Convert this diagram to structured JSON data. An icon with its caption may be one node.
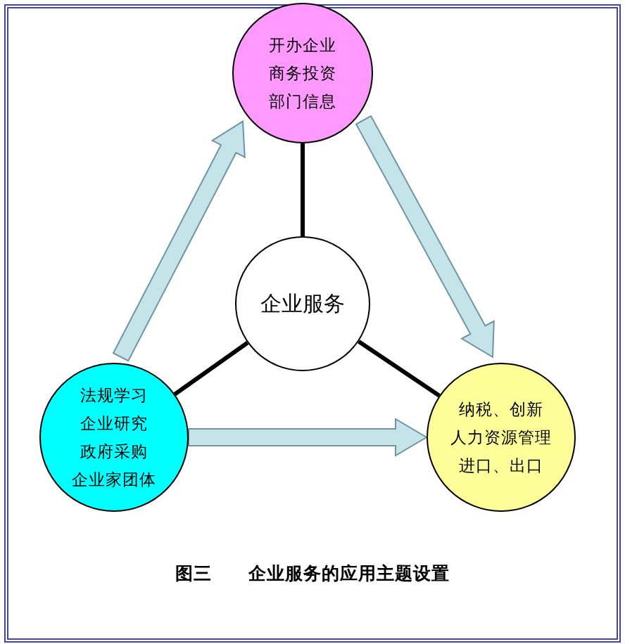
{
  "diagram": {
    "caption": "图三　　企业服务的应用主题设置",
    "nodes": [
      {
        "text": [
          "开办企业",
          "商务投资",
          "部门信息"
        ]
      },
      {
        "text": [
          "企业服务"
        ]
      },
      {
        "text": [
          "法规学习",
          "企业研究",
          "政府采购",
          "企业家团体"
        ]
      },
      {
        "text": [
          "纳税、创新",
          "人力资源管理",
          "进口、出口"
        ]
      }
    ],
    "edges": [
      {
        "from": 1,
        "to": 0,
        "arrow": "none"
      },
      {
        "from": 1,
        "to": 2,
        "arrow": "none"
      },
      {
        "from": 1,
        "to": 3,
        "arrow": "none"
      },
      {
        "from": 2,
        "to": 0,
        "arrow": "to",
        "color": "#c4e4ea"
      },
      {
        "from": 0,
        "to": 3,
        "arrow": "to",
        "color": "#c4e4ea"
      },
      {
        "from": 2,
        "to": 3,
        "arrow": "to",
        "color": "#c4e4ea"
      }
    ]
  }
}
